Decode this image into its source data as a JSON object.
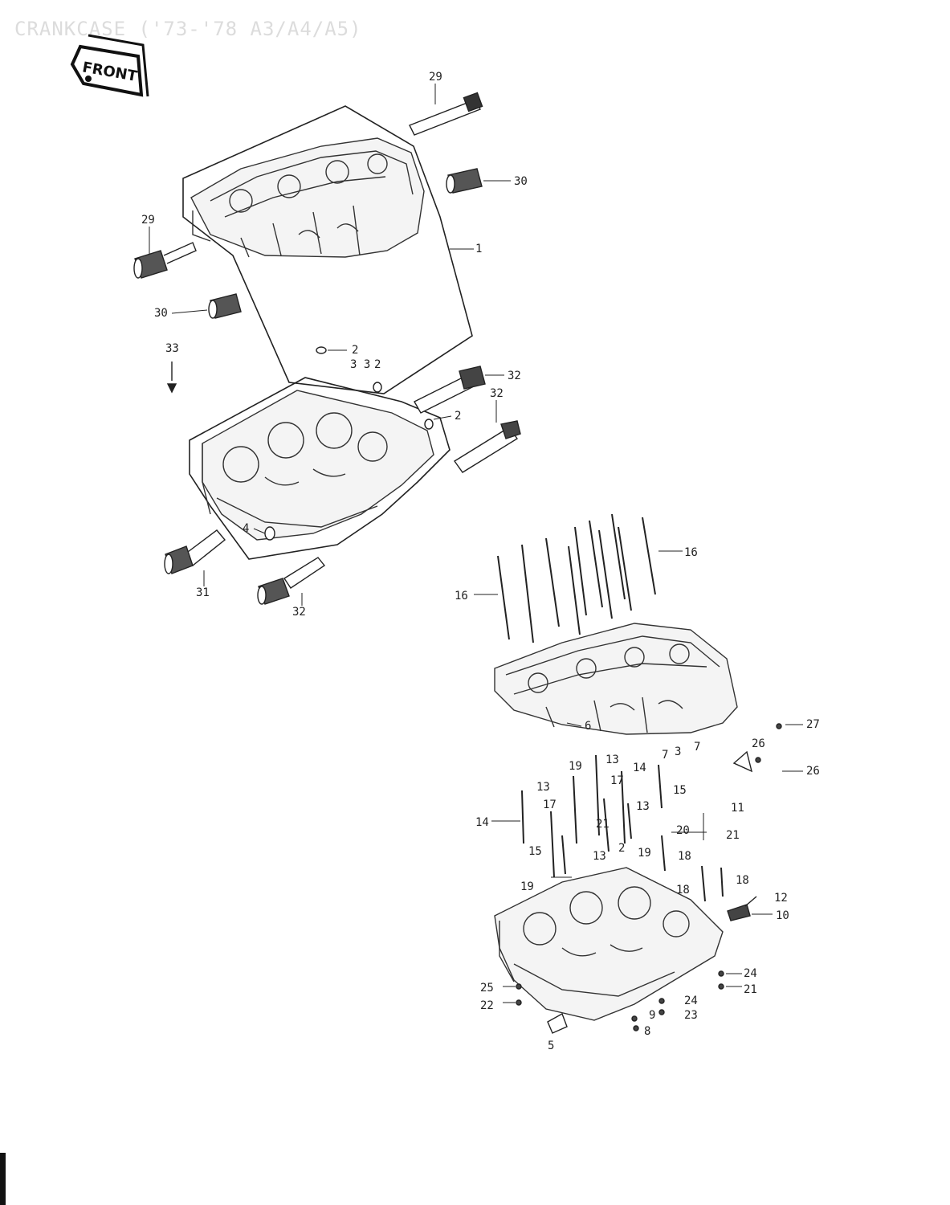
{
  "title": "CRANKCASE ('73-'78 A3/A4/A5)",
  "front_tag": "FRONT",
  "labels": {
    "l29": "29",
    "l30a": "30",
    "l1": "1",
    "l29b": "29",
    "l30b": "30",
    "l33a": "33",
    "l2a": "2",
    "l33b": "3 3",
    "l2b": "2",
    "l32a": "32",
    "l32b": "32",
    "l2c": "2",
    "l4": "4",
    "l31": "31",
    "l32c": "32",
    "l16a": "16",
    "l16b": "16",
    "l6": "6",
    "l7": "7",
    "l3": "3",
    "l7b": "7",
    "l27": "27",
    "l26a": "26",
    "l26b": "26",
    "l19a": "19",
    "l13a": "13",
    "l13b": "13",
    "l14a": "14",
    "l15": "15",
    "l17a": "17",
    "l17b": "17",
    "l14b": "14",
    "l13c": "13",
    "l21a": "21",
    "l20": "20",
    "l21b": "21",
    "l11": "11",
    "l15b": "15",
    "l13d": "13",
    "l2d": "2",
    "l19b": "19",
    "l18a": "18",
    "l19c": "19",
    "l18b": "18",
    "l18c": "18",
    "l12": "12",
    "l10": "10",
    "l25": "25",
    "l22": "22",
    "l24a": "24",
    "l21c": "21",
    "l24b": "24",
    "l23": "23",
    "l9": "9",
    "l8": "8",
    "l5": "5"
  }
}
